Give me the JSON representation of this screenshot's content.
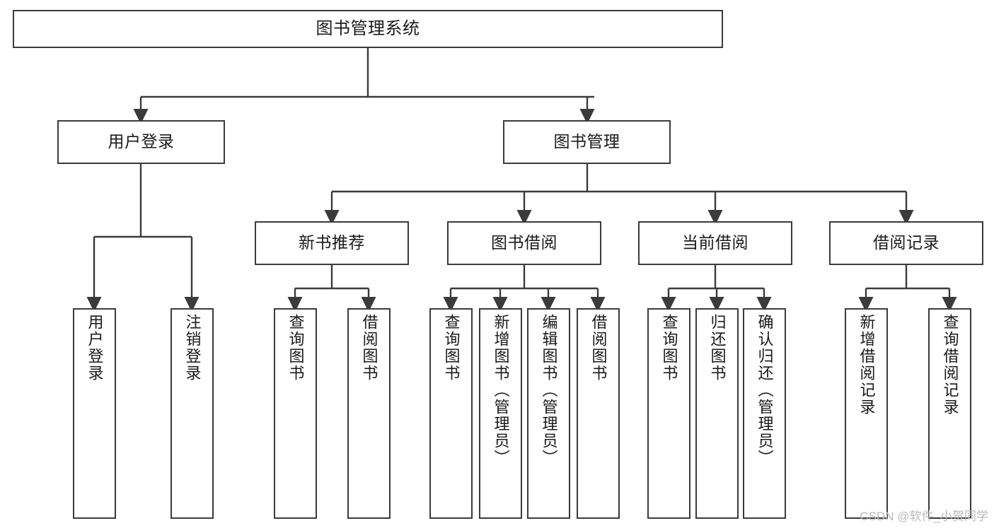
{
  "diagram": {
    "title": "图书管理系统",
    "type": "tree-hierarchy-chart",
    "colors": {
      "stroke": "#3b3b3b",
      "fill": "#ffffff",
      "text": "#1a1a1a",
      "watermark": "#b9b9b9"
    },
    "watermark": "CSDN @软件_小贺同学",
    "nodes": {
      "root": {
        "label": "图书管理系统"
      },
      "level2": [
        {
          "id": "user-login",
          "label": "用户登录"
        },
        {
          "id": "book-management",
          "label": "图书管理"
        }
      ],
      "level3": [
        {
          "id": "new-book-recommend",
          "label": "新书推荐"
        },
        {
          "id": "book-borrow",
          "label": "图书借阅"
        },
        {
          "id": "current-borrow",
          "label": "当前借阅"
        },
        {
          "id": "borrow-record",
          "label": "借阅记录"
        }
      ],
      "leaves": {
        "user_login": [
          {
            "id": "leaf-user-login",
            "label": "用户登录"
          },
          {
            "id": "leaf-user-logout",
            "label": "注销登录"
          }
        ],
        "new_book_recommend": [
          {
            "id": "leaf-query-book-1",
            "label": "查询图书"
          },
          {
            "id": "leaf-borrow-book-1",
            "label": "借阅图书"
          }
        ],
        "book_borrow": [
          {
            "id": "leaf-query-book-2",
            "label": "查询图书"
          },
          {
            "id": "leaf-add-book",
            "label": "新增图书（管理员）"
          },
          {
            "id": "leaf-edit-book",
            "label": "编辑图书（管理员）"
          },
          {
            "id": "leaf-borrow-book-2",
            "label": "借阅图书"
          }
        ],
        "current_borrow": [
          {
            "id": "leaf-query-book-3",
            "label": "查询图书"
          },
          {
            "id": "leaf-return-book",
            "label": "归还图书"
          },
          {
            "id": "leaf-confirm-return",
            "label": "确认归还（管理员）"
          }
        ],
        "borrow_record": [
          {
            "id": "leaf-add-record",
            "label": "新增借阅记录"
          },
          {
            "id": "leaf-query-record",
            "label": "查询借阅记录"
          }
        ]
      }
    }
  }
}
